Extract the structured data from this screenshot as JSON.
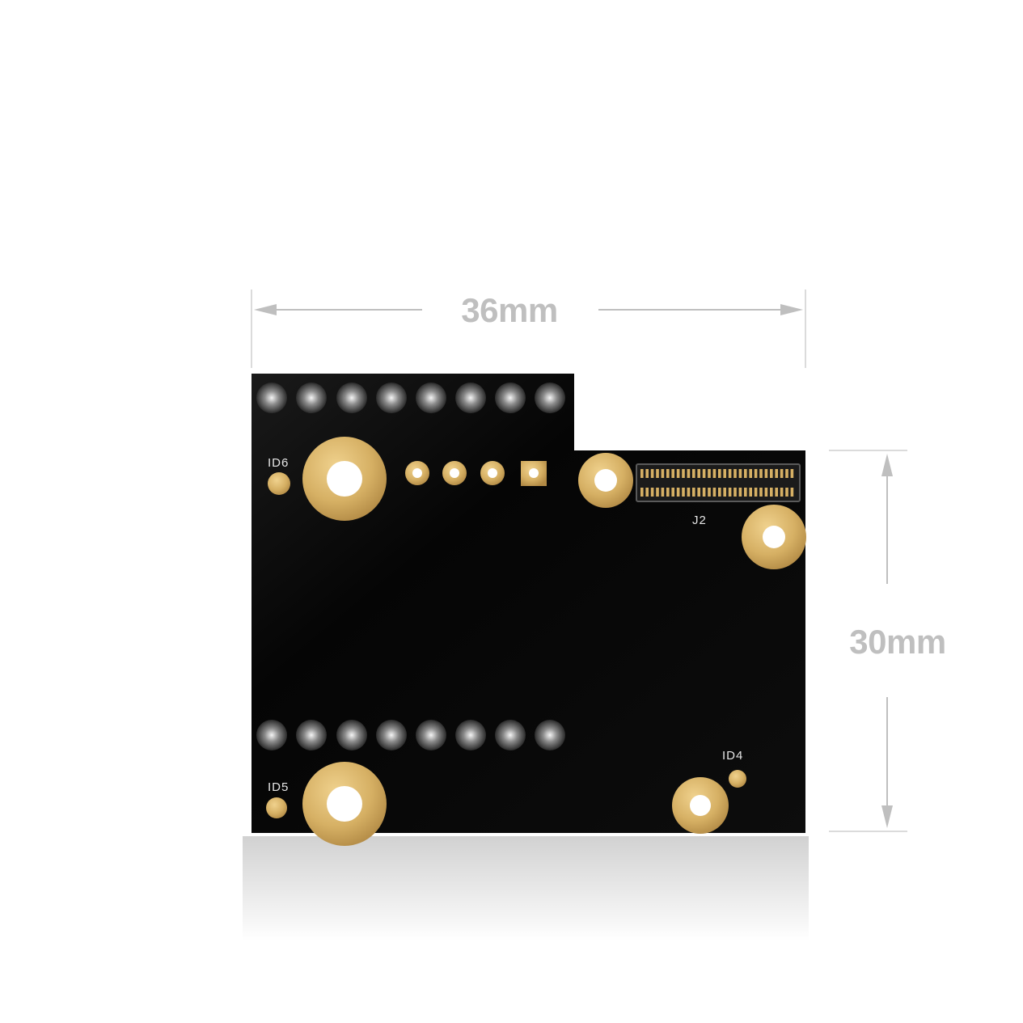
{
  "dimensions": {
    "width_label": "36mm",
    "height_label": "30mm"
  },
  "board": {
    "silkscreen": {
      "id6": "ID6",
      "id5": "ID5",
      "j2": "J2",
      "id4": "ID4"
    }
  },
  "colors": {
    "background": "#ffffff",
    "pcb": "#0a0a0a",
    "gold": "#d8b468",
    "dimension": "#bfbfbf"
  }
}
